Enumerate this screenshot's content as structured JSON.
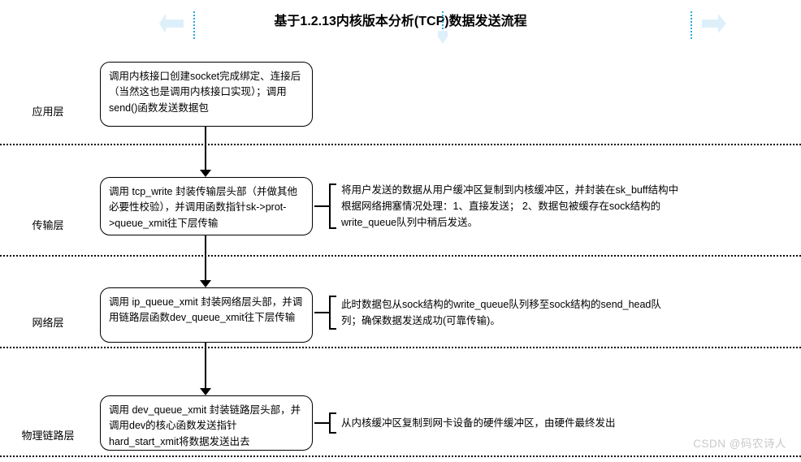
{
  "title": "基于1.2.13内核版本分析(TCP)数据发送流程",
  "decorations": {
    "left_arrow_icon": "arrow-left-icon",
    "right_arrow_icon": "arrow-right-icon",
    "middle_arrow_icon": "arrow-down-icon",
    "accent_color": "#29a8dd",
    "fill_color": "#ddeffa"
  },
  "layers": [
    {
      "label": "应用层"
    },
    {
      "label": "传输层"
    },
    {
      "label": "网络层"
    },
    {
      "label": "物理链路层"
    }
  ],
  "steps": [
    {
      "id": "step-application",
      "text": "调用内核接口创建socket完成绑定、连接后（当然这也是调用内核接口实现）；调用 send()函数发送数据包"
    },
    {
      "id": "step-transport",
      "text": "调用 tcp_write 封装传输层头部（并做其他必要性校验），并调用函数指针sk->prot->queue_xmit往下层传输"
    },
    {
      "id": "step-network",
      "text": "调用 ip_queue_xmit 封装网络层头部，并调用链路层函数dev_queue_xmit往下层传输"
    },
    {
      "id": "step-link",
      "text": "调用 dev_queue_xmit 封装链路层头部，并调用dev的核心函数发送指针hard_start_xmit将数据发送出去"
    }
  ],
  "annotations": [
    {
      "id": "annotation-transport",
      "text": "将用户发送的数据从用户缓冲区复制到内核缓冲区，并封装在sk_buff结构中\n根据网络拥塞情况处理：1、直接发送； 2、数据包被缓存在sock结构的\nwrite_queue队列中稍后发送。"
    },
    {
      "id": "annotation-network",
      "text": "此时数据包从sock结构的write_queue队列移至sock结构的send_head队\n列；确保数据发送成功(可靠传输)。"
    },
    {
      "id": "annotation-link",
      "text": "从内核缓冲区复制到网卡设备的硬件缓冲区，由硬件最终发出"
    }
  ],
  "watermark": "CSDN @码农诗人"
}
